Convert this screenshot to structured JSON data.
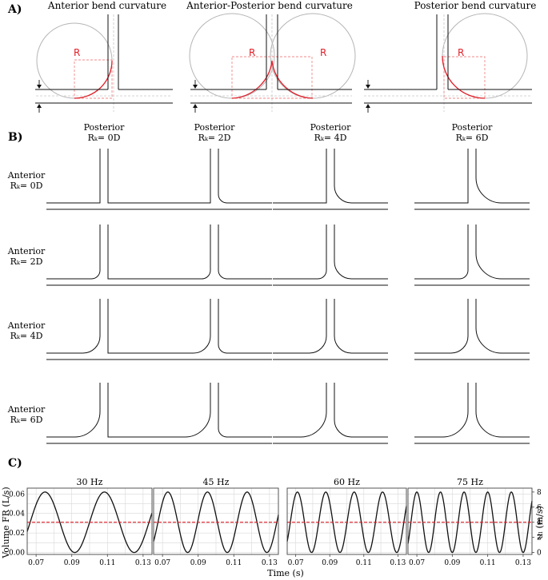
{
  "panels": {
    "a": {
      "label": "A)",
      "titles": [
        "Anterior bend curvature",
        "Anterior-Posterior bend curvature",
        "Posterior bend curvature"
      ],
      "r_symbol": "R"
    },
    "b": {
      "label": "B)",
      "posterior_header": "Posterior",
      "anterior_header": "Anterior",
      "rc_labels": [
        "Rₖ= 0D",
        "Rₖ= 2D",
        "Rₖ= 4D",
        "Rₖ= 6D"
      ],
      "radii_d": [
        0,
        2,
        4,
        6
      ]
    },
    "c": {
      "label": "C)",
      "xlabel": "Time (s)",
      "ylabel_left": "Volume FR (L/s)",
      "ylabel_right": "uₗ (m/s)",
      "left_ticks": [
        "0.06",
        "0.04",
        "0.02",
        "0.00"
      ],
      "right_ticks": [
        "8",
        "6",
        "4",
        "2",
        "0"
      ],
      "x_ticks": [
        "0.07",
        "0.09",
        "0.11",
        "0.13"
      ]
    }
  },
  "chart_data": [
    {
      "type": "line",
      "title": "30 Hz",
      "frequency_hz": 30,
      "xlabel": "Time (s)",
      "ylabel": "Volume FR (L/s)",
      "xlim": [
        0.065,
        0.135
      ],
      "ylim": [
        -0.002,
        0.066
      ],
      "series": [
        {
          "amplitude": 0.031,
          "mean": 0.031,
          "peak_time": 0.075
        }
      ],
      "mean_line": 0.031,
      "grid": true
    },
    {
      "type": "line",
      "title": "45 Hz",
      "frequency_hz": 45,
      "xlabel": "Time (s)",
      "xlim": [
        0.065,
        0.135
      ],
      "ylim": [
        -0.002,
        0.066
      ],
      "series": [
        {
          "amplitude": 0.031,
          "mean": 0.031,
          "peak_time": 0.073
        }
      ],
      "mean_line": 0.031,
      "grid": true
    },
    {
      "type": "line",
      "title": "60 Hz",
      "frequency_hz": 60,
      "xlabel": "Time (s)",
      "xlim": [
        0.065,
        0.135
      ],
      "ylim": [
        -0.002,
        0.066
      ],
      "series": [
        {
          "amplitude": 0.031,
          "mean": 0.031,
          "peak_time": 0.071
        }
      ],
      "mean_line": 0.031,
      "grid": true
    },
    {
      "type": "line",
      "title": "75 Hz",
      "frequency_hz": 75,
      "xlabel": "Time (s)",
      "ylabel": "uₗ (m/s)",
      "xlim": [
        0.065,
        0.135
      ],
      "ylim": [
        -0.002,
        0.066
      ],
      "series": [
        {
          "amplitude": 0.031,
          "mean": 0.031,
          "peak_time": 0.07
        }
      ],
      "mean_line": 0.031,
      "grid": true
    }
  ],
  "colors": {
    "line": "#111111",
    "accent": "#e0202a",
    "circle": "#b5b5b5",
    "grid": "#d8d8d8"
  }
}
